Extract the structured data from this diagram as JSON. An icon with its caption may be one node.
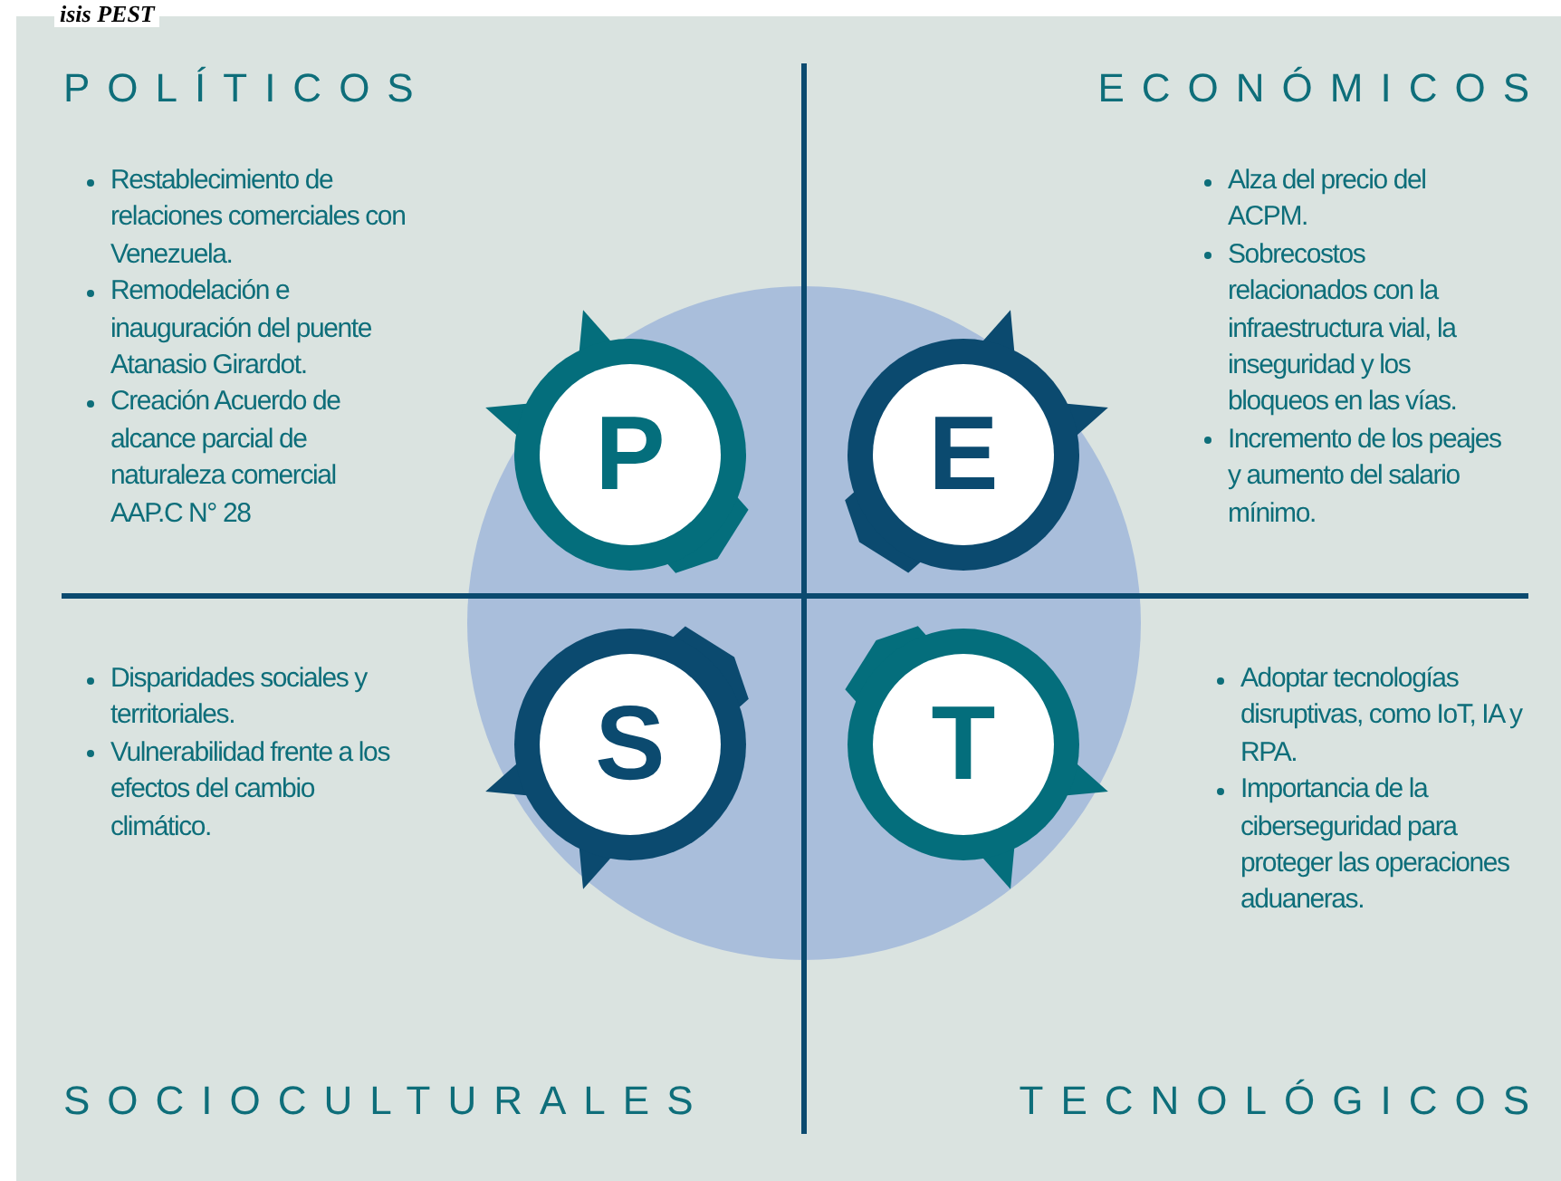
{
  "diagram": {
    "title": "isis PEST",
    "nodes": [
      {
        "text": [
          "P"
        ]
      },
      {
        "text": [
          "E"
        ]
      },
      {
        "text": [
          "S"
        ]
      },
      {
        "text": [
          "T"
        ]
      }
    ],
    "labels": [
      "POLÍTICOS",
      "ECONÓMICOS",
      "Restablecimiento de relaciones comerciales con Venezuela.",
      "Remodelación e inauguración del puente Atanasio Girardot.",
      "Creación Acuerdo de alcance parcial de naturaleza comercial AAP.C N° 28",
      "Alza del precio del ACPM.",
      "Sobrecostos relacionados con la infraestructura vial, la inseguridad y los bloqueos en las vías.",
      "Incremento de los peajes y aumento del salario mínimo.",
      "Disparidades sociales y territoriales.",
      "Vulnerabilidad frente a los efectos del cambio climático.",
      "Adoptar tecnologías disruptivas, como IoT, IA y RPA.",
      "Importancia de la ciberseguridad para proteger las operaciones aduaneras.",
      "SOCIOCULTURALES",
      "TECNOLÓGICOS"
    ]
  }
}
